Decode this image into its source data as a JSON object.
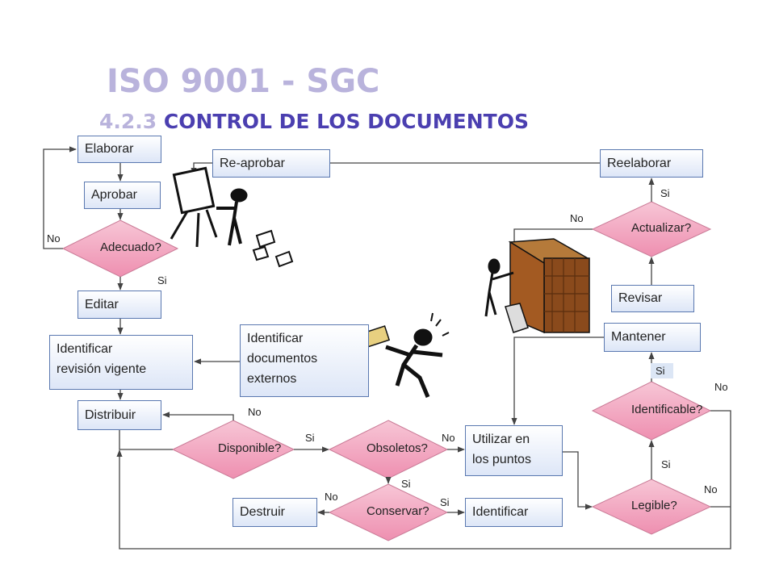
{
  "title": "ISO 9001 - SGC",
  "subtitle_num": "4.2.3",
  "subtitle_text": "CONTROL DE LOS DOCUMENTOS",
  "boxes": {
    "elaborar": "Elaborar",
    "aprobar": "Aprobar",
    "editar": "Editar",
    "identificar_revision": "Identificar\n revisión vigente",
    "distribuir": "Distribuir",
    "reaprobar": "Re-aprobar",
    "reelaborar": "Reelaborar",
    "identificar_externos": "Identificar\ndocumentos\nexternos",
    "utilizar": "Utilizar en\nlos puntos",
    "destruir": "Destruir",
    "identificar": "Identificar",
    "revisar": "Revisar",
    "mantener": "Mantener"
  },
  "decisions": {
    "adecuado": "Adecuado?",
    "disponible": "Disponible?",
    "obsoletos": "Obsoletos?",
    "conservar": "Conservar?",
    "actualizar": "Actualizar?",
    "identificable": "Identificable?",
    "legible": "Legible?"
  },
  "labels": {
    "adecuado_no": "No",
    "adecuado_si": "Si",
    "distribuir_no": "No",
    "disponible_si": "Si",
    "obsoletos_no": "No",
    "obsoletos_si": "Si",
    "conservar_no": "No",
    "conservar_si": "Si",
    "actualizar_no": "No",
    "actualizar_si": "Si",
    "identificable_si": "Si",
    "identificable_no": "No",
    "legible_si": "Si",
    "legible_no": "No"
  },
  "colors": {
    "title": "#b9b3dc",
    "subtitle": "#4b3fb0",
    "diamond_fill": "#f2a7bf",
    "box_border": "#5a78b0",
    "line": "#444444"
  }
}
